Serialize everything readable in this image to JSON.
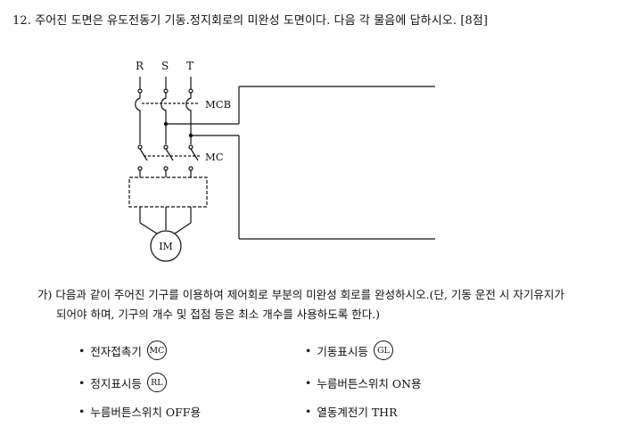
{
  "question": {
    "title": "12. 주어진 도면은 유도전동기 기동.정지회로의 미완성 도면이다. 다음 각 물음에 답하시오. [8점]"
  },
  "diagram": {
    "phase_labels": [
      "R",
      "S",
      "T"
    ],
    "mcb_label": "MCB",
    "mc_label": "MC",
    "motor_label": "IM"
  },
  "subquestion": {
    "marker": "가)",
    "line1": "다음과 같이 주어진 기구를 이용하여 제어회로 부분의 미완성 회로를 완성하시오.(단, 기동 운전 시 자기유지가",
    "line2": "되어야 하며, 기구의 개수 및 접점 등은 최소 개수를 사용하도록 한다.)"
  },
  "components": [
    {
      "bullet": "•",
      "label": "전자접촉기",
      "symbol": "MC"
    },
    {
      "bullet": "•",
      "label": "기동표시등",
      "symbol": "GL"
    },
    {
      "bullet": "•",
      "label": "정지표시등",
      "symbol": "RL"
    },
    {
      "bullet": "•",
      "label": "누름버튼스위치 ON용",
      "symbol": ""
    },
    {
      "bullet": "•",
      "label": "누름버튼스위치 OFF용",
      "symbol": ""
    },
    {
      "bullet": "•",
      "label": "열동계전기 THR",
      "symbol": ""
    }
  ]
}
